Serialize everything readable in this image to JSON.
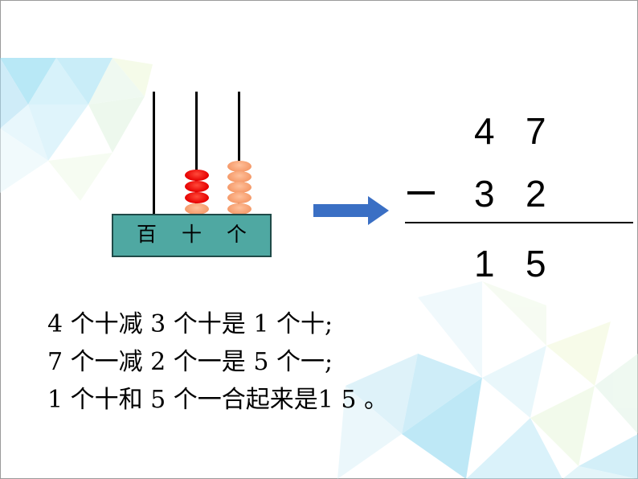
{
  "abacus": {
    "place_labels": [
      "百",
      "十",
      "个"
    ],
    "tens_beads": 4,
    "ones_beads": 5,
    "colors": {
      "tens": "#e60000",
      "ones": "#f59a6a",
      "base": "#4fa8a2"
    }
  },
  "equation": {
    "minuend": [
      "4",
      "7"
    ],
    "subtrahend": [
      "3",
      "2"
    ],
    "result": [
      "1",
      "5"
    ],
    "operator": "minus"
  },
  "explanation": [
    "4 个十减 3 个十是 1 个十;",
    "7 个一减 2 个一是 5 个一;",
    "1 个十和 5 个一合起来是1 5 。"
  ],
  "arrow_color": "#3a6fc4"
}
